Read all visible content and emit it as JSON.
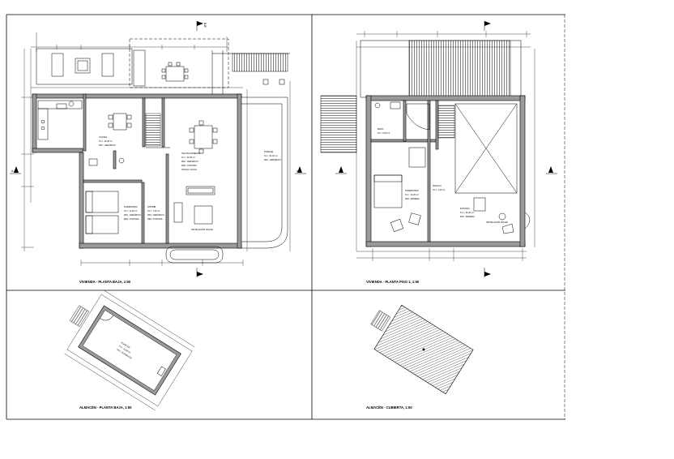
{
  "captions": {
    "ground_floor": "VIVIENDA - PLANTA BAJA, 1:50",
    "first_floor": "VIVIENDA - PLANTA PISO 1, 1:50",
    "shed_ground": "ALMACÉN - PLANTA BAJA, 1:50",
    "shed_roof": "ALMACÉN - CUBIERTA, 1:50"
  },
  "section_marks": {
    "a_left": "A-A'",
    "a_right": "A-A'",
    "b": "B-B'"
  },
  "room_label": "INSTALACIÓN SOLAR"
}
